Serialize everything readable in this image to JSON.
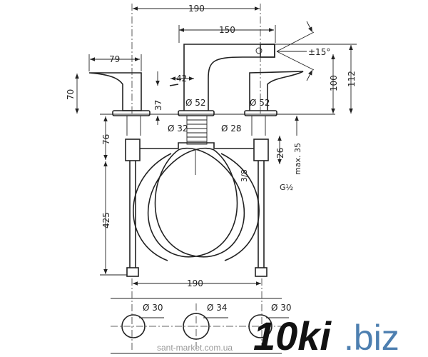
{
  "dimensions": {
    "overall_width": "190",
    "spout_reach": "150",
    "handle_width": "79",
    "spout_offset": "42",
    "spray_angle": "±15°",
    "handle_height": "70",
    "lever_height": "37",
    "spout_base_diameter": "Ø 52",
    "handle_base_diameter": "Ø  52",
    "spout_outlet_height": "100",
    "spout_total_height": "112",
    "spout_shank_diameter": "Ø 32",
    "handle_shank_diameter": "Ø 28",
    "shank_length": "76",
    "thread_length": "26",
    "max_deck_thickness": "max. 35",
    "hose_connection": "3/8",
    "supply_thread": "G½",
    "hose_length": "425",
    "bottom_spacing": "190",
    "hole_left": "Ø 30",
    "hole_center": "Ø 34",
    "hole_right": "Ø 30"
  },
  "watermark": "sant-market.com.ua",
  "logo": {
    "text_main": "10ki",
    "text_tld": ".biz",
    "tld_color": "#4d7fb0"
  }
}
